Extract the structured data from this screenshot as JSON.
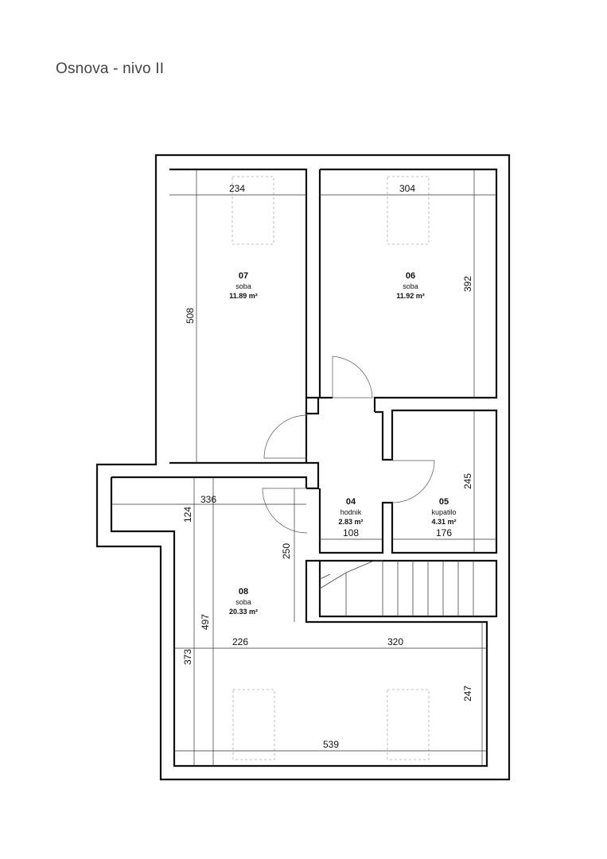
{
  "title": "Osnova - nivo II",
  "rooms": {
    "r07": {
      "number": "07",
      "name": "soba",
      "area": "11.89 m²"
    },
    "r06": {
      "number": "06",
      "name": "soba",
      "area": "11.92 m²"
    },
    "r04": {
      "number": "04",
      "name": "hodnik",
      "area": "2.83 m²"
    },
    "r05": {
      "number": "05",
      "name": "kupatilo",
      "area": "4.31 m²"
    },
    "r08": {
      "number": "08",
      "name": "soba",
      "area": "20.33 m²"
    }
  },
  "dimensions": {
    "d234": "234",
    "d304": "304",
    "d508": "508",
    "d392": "392",
    "d245": "245",
    "d336": "336",
    "d124": "124",
    "d250": "250",
    "d108": "108",
    "d176": "176",
    "d497": "497",
    "d373": "373",
    "d226": "226",
    "d320": "320",
    "d247": "247",
    "d539": "539"
  }
}
